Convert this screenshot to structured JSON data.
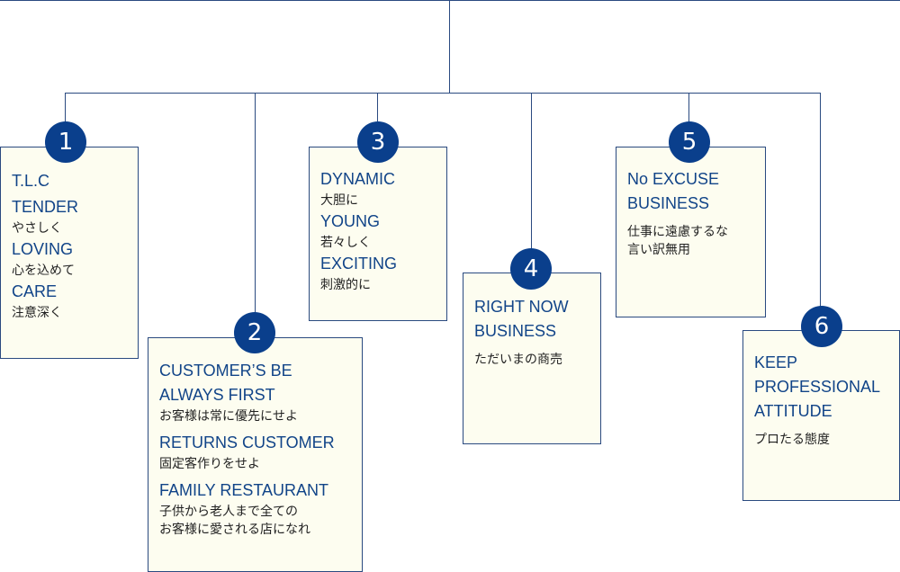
{
  "colors": {
    "line": "#2a4a80",
    "badge": "#0a3f8c",
    "card_bg": "#fdfdf0",
    "title_text": "#114488",
    "subtitle_text": "#222222"
  },
  "cards": [
    {
      "number": "1",
      "lines": [
        {
          "kind": "title",
          "text": "T.L.C"
        },
        {
          "kind": "title",
          "text": "TENDER"
        },
        {
          "kind": "sub",
          "text": "やさしく"
        },
        {
          "kind": "title",
          "text": "LOVING"
        },
        {
          "kind": "sub",
          "text": "心を込めて"
        },
        {
          "kind": "title",
          "text": "CARE"
        },
        {
          "kind": "sub",
          "text": "注意深く"
        }
      ]
    },
    {
      "number": "2",
      "lines": [
        {
          "kind": "title",
          "text": "CUSTOMER’S BE"
        },
        {
          "kind": "title",
          "text": "ALWAYS FIRST"
        },
        {
          "kind": "sub",
          "text": "お客様は常に優先にせよ"
        },
        {
          "kind": "title",
          "text": "RETURNS CUSTOMER"
        },
        {
          "kind": "sub",
          "text": "固定客作りをせよ"
        },
        {
          "kind": "title",
          "text": "FAMILY RESTAURANT"
        },
        {
          "kind": "sub",
          "text": "子供から老人まで全ての"
        },
        {
          "kind": "sub",
          "text": "お客様に愛される店になれ"
        }
      ]
    },
    {
      "number": "3",
      "lines": [
        {
          "kind": "title",
          "text": "DYNAMIC"
        },
        {
          "kind": "sub",
          "text": "大胆に"
        },
        {
          "kind": "title",
          "text": "YOUNG"
        },
        {
          "kind": "sub",
          "text": "若々しく"
        },
        {
          "kind": "title",
          "text": "EXCITING"
        },
        {
          "kind": "sub",
          "text": "刺激的に"
        }
      ]
    },
    {
      "number": "4",
      "lines": [
        {
          "kind": "title",
          "text": "RIGHT NOW"
        },
        {
          "kind": "title",
          "text": "BUSINESS"
        },
        {
          "kind": "sub",
          "text": "ただいまの商売"
        }
      ]
    },
    {
      "number": "5",
      "lines": [
        {
          "kind": "title",
          "text": "No EXCUSE"
        },
        {
          "kind": "title",
          "text": "BUSINESS"
        },
        {
          "kind": "sub",
          "text": "仕事に遠慮するな"
        },
        {
          "kind": "sub",
          "text": "言い訳無用"
        }
      ]
    },
    {
      "number": "6",
      "lines": [
        {
          "kind": "title",
          "text": "KEEP"
        },
        {
          "kind": "title",
          "text": "PROFESSIONAL"
        },
        {
          "kind": "title",
          "text": "ATTITUDE"
        },
        {
          "kind": "sub",
          "text": "プロたる態度"
        }
      ]
    }
  ]
}
